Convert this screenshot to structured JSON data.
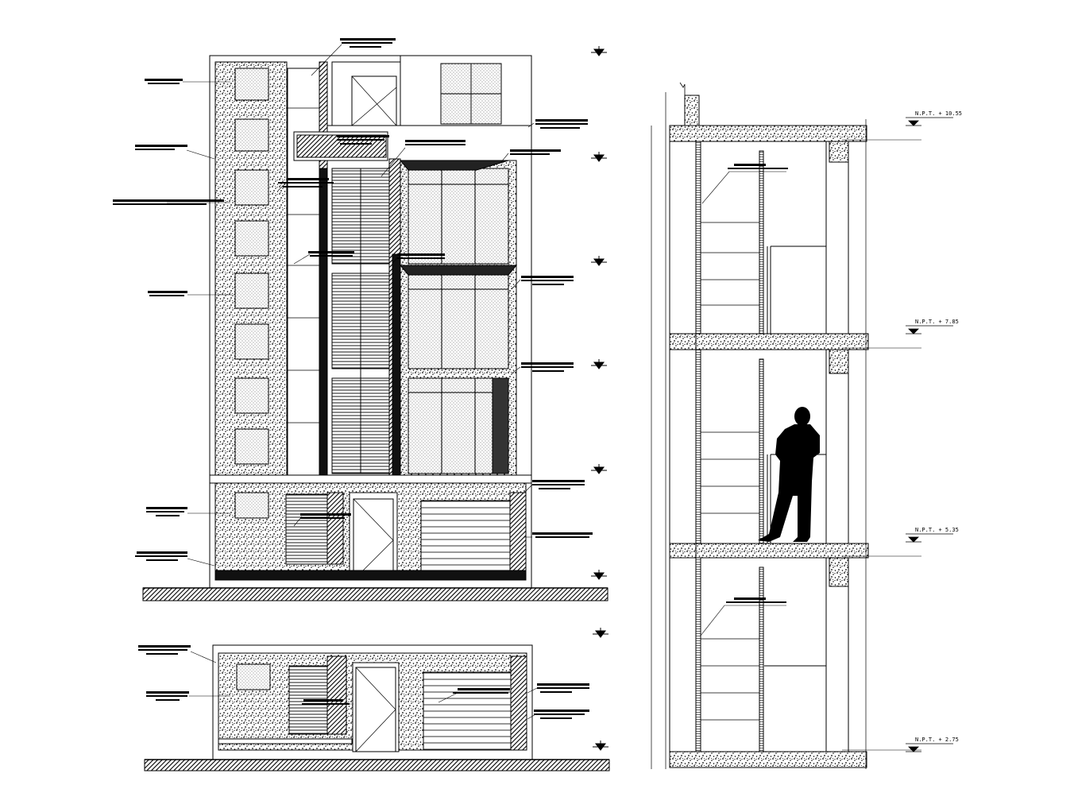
{
  "drawing": {
    "views": [
      "front-elevation",
      "ground-floor-elevation",
      "stair-section"
    ],
    "section_levels": [
      {
        "label": "N.P.T. + 10.55"
      },
      {
        "label": "N.P.T. + 7.85"
      },
      {
        "label": "N.P.T. + 5.35"
      },
      {
        "label": "N.P.T. + 2.75"
      }
    ],
    "colors": {
      "line": "#000000",
      "background": "#ffffff"
    },
    "icons": [
      "level-marker-icon",
      "human-figure-icon"
    ]
  }
}
